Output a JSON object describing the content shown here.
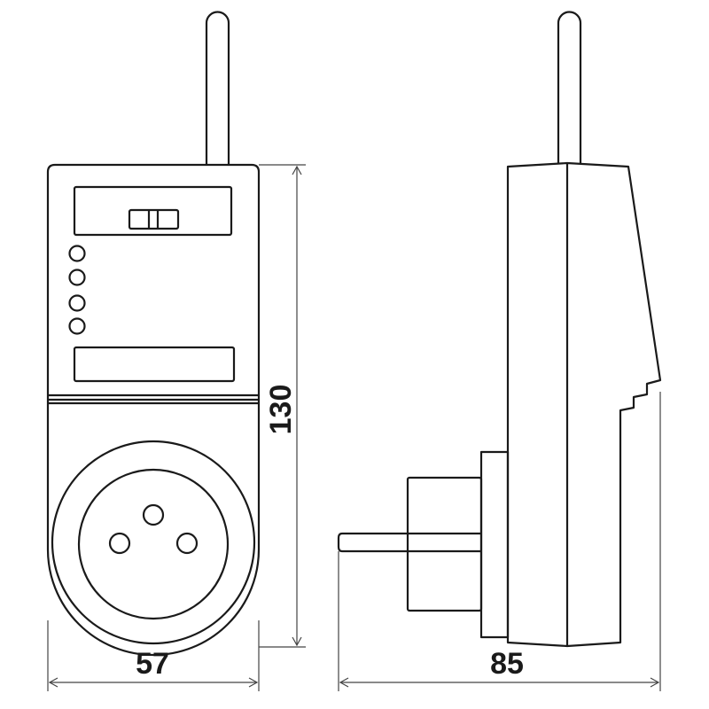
{
  "dimensions": {
    "width_label": "57",
    "height_label": "130",
    "depth_label": "85"
  },
  "colors": {
    "line": "#1a1a1a",
    "background": "#ffffff"
  }
}
